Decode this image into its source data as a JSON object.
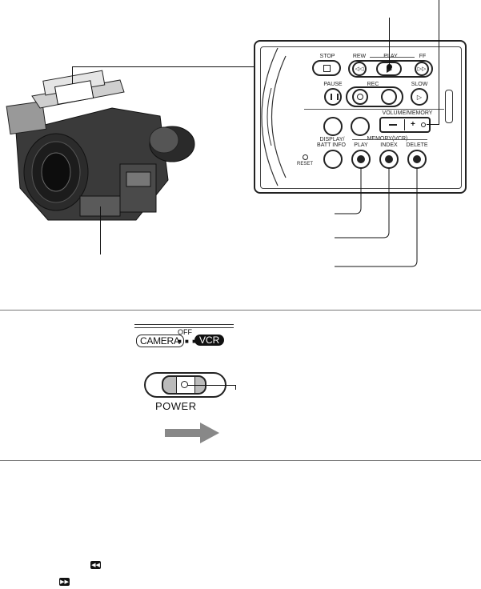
{
  "panel": {
    "stop": "STOP",
    "rew": "REW",
    "play_top": "PLAY",
    "ff": "FF",
    "pause": "PAUSE",
    "rec": "REC",
    "slow": "SLOW",
    "volume_memory": "VOLUME/MEMORY",
    "display_batt_line1": "DISPLAY/",
    "display_batt_line2": "BATT INFO",
    "reset": "RESET",
    "memory_vcr": "MEMORY(VCR)",
    "play": "PLAY",
    "index": "INDEX",
    "delete": "DELETE"
  },
  "power_switch": {
    "camera": "CAMERA",
    "off": "OFF",
    "vcr": "VCR",
    "power": "POWER"
  },
  "icons": {
    "rewind_glyph": "◀◀",
    "fastforward_glyph": "▶▶"
  }
}
